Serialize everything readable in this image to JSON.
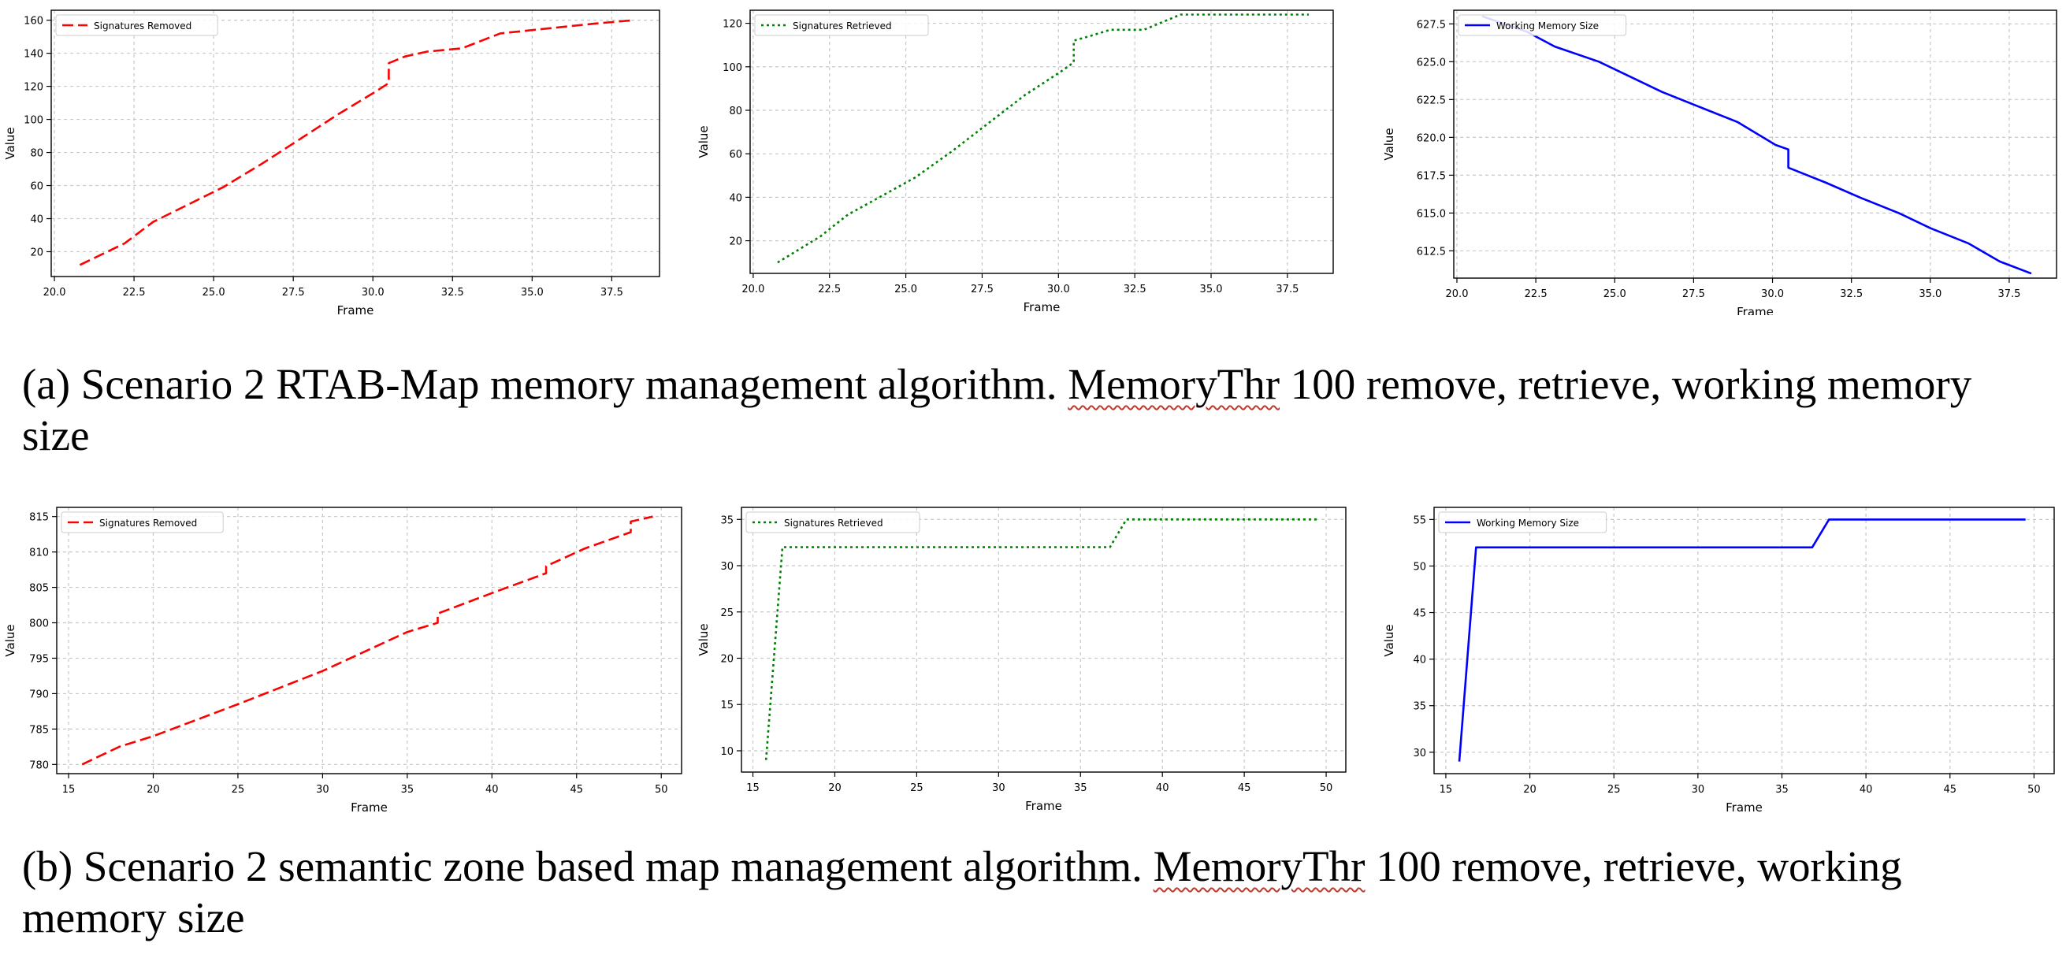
{
  "captions": {
    "a": {
      "before": "(a) Scenario 2 RTAB-Map memory management algorithm. ",
      "flagged": "MemoryThr",
      "after": " 100 remove, retrieve, working memory size"
    },
    "b": {
      "before": "(b) Scenario 2 semantic zone based map management algorithm. ",
      "flagged": "MemoryThr",
      "after": " 100 remove, retrieve, working memory size"
    }
  },
  "chart_data": [
    {
      "type": "line",
      "xlabel": "Frame",
      "ylabel": "Value",
      "grid": true,
      "legend_position": "top-left",
      "xlim": [
        19.9,
        39.0
      ],
      "ylim": [
        5,
        166
      ],
      "xticks": [
        20.0,
        22.5,
        25.0,
        27.5,
        30.0,
        32.5,
        35.0,
        37.5
      ],
      "xtick_labels": [
        "20.0",
        "22.5",
        "25.0",
        "27.5",
        "30.0",
        "32.5",
        "35.0",
        "37.5"
      ],
      "yticks": [
        20,
        40,
        60,
        80,
        100,
        120,
        140,
        160
      ],
      "ytick_labels": [
        "20",
        "40",
        "60",
        "80",
        "100",
        "120",
        "140",
        "160"
      ],
      "series": [
        {
          "name": "Signatures Removed",
          "color": "#ff0000",
          "style": "dashed",
          "x": [
            20.8,
            22.2,
            23.1,
            25.3,
            26.5,
            27.7,
            28.9,
            30.1,
            30.5,
            30.5,
            31.0,
            31.7,
            32.8,
            34.0,
            35.5,
            37.0,
            38.2
          ],
          "y": [
            12,
            25,
            38,
            59,
            73,
            88,
            103,
            117,
            122,
            134,
            138,
            141,
            143,
            152,
            155,
            158,
            160
          ]
        }
      ]
    },
    {
      "type": "line",
      "xlabel": "Frame",
      "ylabel": "Value",
      "grid": true,
      "legend_position": "top-left",
      "xlim": [
        19.9,
        39.0
      ],
      "ylim": [
        5,
        126
      ],
      "xticks": [
        20.0,
        22.5,
        25.0,
        27.5,
        30.0,
        32.5,
        35.0,
        37.5
      ],
      "xtick_labels": [
        "20.0",
        "22.5",
        "25.0",
        "27.5",
        "30.0",
        "32.5",
        "35.0",
        "37.5"
      ],
      "yticks": [
        20,
        40,
        60,
        80,
        100,
        120
      ],
      "ytick_labels": [
        "20",
        "40",
        "60",
        "80",
        "100",
        "120"
      ],
      "series": [
        {
          "name": "Signatures Retrieved",
          "color": "#008000",
          "style": "dotted",
          "x": [
            20.8,
            22.2,
            23.1,
            25.3,
            26.5,
            27.7,
            28.9,
            30.1,
            30.5,
            30.5,
            31.0,
            31.7,
            32.8,
            34.0,
            36.0,
            38.2
          ],
          "y": [
            10,
            22,
            32,
            49,
            61,
            74,
            87,
            98,
            102,
            112,
            114,
            117,
            117,
            124,
            124,
            124
          ]
        }
      ]
    },
    {
      "type": "line",
      "xlabel": "Frame",
      "ylabel": "Value",
      "grid": true,
      "legend_position": "top-left",
      "xlim": [
        19.9,
        39.0
      ],
      "ylim": [
        610.7,
        628.4
      ],
      "xticks": [
        20.0,
        22.5,
        25.0,
        27.5,
        30.0,
        32.5,
        35.0,
        37.5
      ],
      "xtick_labels": [
        "20.0",
        "22.5",
        "25.0",
        "27.5",
        "30.0",
        "32.5",
        "35.0",
        "37.5"
      ],
      "yticks": [
        612.5,
        615.0,
        617.5,
        620.0,
        622.5,
        625.0,
        627.5
      ],
      "ytick_labels": [
        "612.5",
        "615.0",
        "617.5",
        "620.0",
        "622.5",
        "625.0",
        "627.5"
      ],
      "series": [
        {
          "name": "Working Memory Size",
          "color": "#0000ff",
          "style": "solid",
          "x": [
            20.8,
            22.2,
            23.1,
            24.5,
            25.3,
            26.5,
            27.7,
            28.9,
            30.1,
            30.5,
            30.5,
            31.7,
            32.8,
            34.0,
            35.0,
            36.2,
            37.2,
            38.2
          ],
          "y": [
            628.0,
            627.0,
            626.0,
            625.0,
            624.2,
            623.0,
            622.0,
            621.0,
            619.5,
            619.2,
            618.0,
            617.0,
            616.0,
            615.0,
            614.0,
            613.0,
            611.8,
            611.0
          ]
        }
      ]
    },
    {
      "type": "line",
      "xlabel": "Frame",
      "ylabel": "Value",
      "grid": true,
      "legend_position": "top-left",
      "xlim": [
        14.3,
        51.2
      ],
      "ylim": [
        778.7,
        816.3
      ],
      "xticks": [
        15,
        20,
        25,
        30,
        35,
        40,
        45,
        50
      ],
      "xtick_labels": [
        "15",
        "20",
        "25",
        "30",
        "35",
        "40",
        "45",
        "50"
      ],
      "yticks": [
        780,
        785,
        790,
        795,
        800,
        805,
        810,
        815
      ],
      "ytick_labels": [
        "780",
        "785",
        "790",
        "795",
        "800",
        "805",
        "810",
        "815"
      ],
      "series": [
        {
          "name": "Signatures Removed",
          "color": "#ff0000",
          "style": "dashed",
          "x": [
            15.8,
            18.0,
            20.0,
            25.0,
            30.0,
            35.0,
            36.8,
            36.8,
            40.0,
            43.2,
            43.2,
            45.5,
            48.2,
            48.2,
            49.5
          ],
          "y": [
            780,
            782.5,
            784,
            788.5,
            793.2,
            798.7,
            800,
            801.3,
            804.2,
            807,
            808,
            810.5,
            812.8,
            814.3,
            815
          ]
        }
      ]
    },
    {
      "type": "line",
      "xlabel": "Frame",
      "ylabel": "Value",
      "grid": true,
      "legend_position": "top-left",
      "xlim": [
        14.3,
        51.2
      ],
      "ylim": [
        7.7,
        36.3
      ],
      "xticks": [
        15,
        20,
        25,
        30,
        35,
        40,
        45,
        50
      ],
      "xtick_labels": [
        "15",
        "20",
        "25",
        "30",
        "35",
        "40",
        "45",
        "50"
      ],
      "yticks": [
        10,
        15,
        20,
        25,
        30,
        35
      ],
      "ytick_labels": [
        "10",
        "15",
        "20",
        "25",
        "30",
        "35"
      ],
      "series": [
        {
          "name": "Signatures Retrieved",
          "color": "#008000",
          "style": "dotted",
          "x": [
            15.8,
            16.8,
            20,
            25,
            30,
            35,
            36.8,
            37.8,
            40,
            45,
            49.5
          ],
          "y": [
            9,
            32,
            32,
            32,
            32,
            32,
            32,
            35,
            35,
            35,
            35
          ]
        }
      ]
    },
    {
      "type": "line",
      "xlabel": "Frame",
      "ylabel": "Value",
      "grid": true,
      "legend_position": "top-left",
      "xlim": [
        14.3,
        51.2
      ],
      "ylim": [
        27.7,
        56.3
      ],
      "xticks": [
        15,
        20,
        25,
        30,
        35,
        40,
        45,
        50
      ],
      "xtick_labels": [
        "15",
        "20",
        "25",
        "30",
        "35",
        "40",
        "45",
        "50"
      ],
      "yticks": [
        30,
        35,
        40,
        45,
        50,
        55
      ],
      "ytick_labels": [
        "30",
        "35",
        "40",
        "45",
        "50",
        "55"
      ],
      "series": [
        {
          "name": "Working Memory Size",
          "color": "#0000ff",
          "style": "solid",
          "x": [
            15.8,
            16.8,
            20,
            25,
            30,
            35,
            36.8,
            37.8,
            40,
            45,
            49.5
          ],
          "y": [
            29,
            52,
            52,
            52,
            52,
            52,
            52,
            55,
            55,
            55,
            55
          ]
        }
      ]
    }
  ]
}
